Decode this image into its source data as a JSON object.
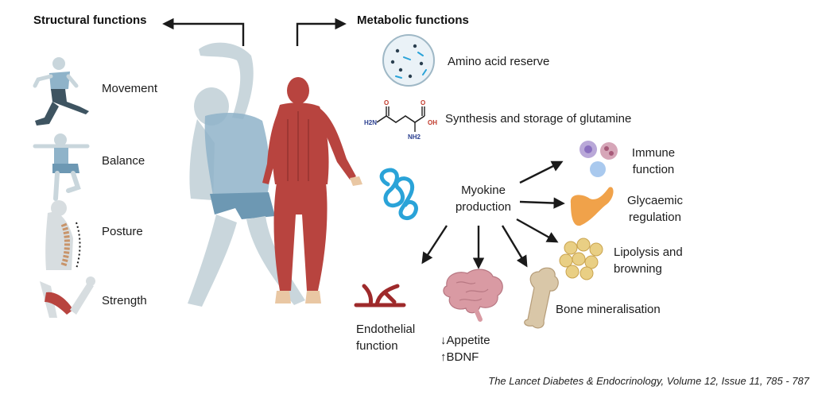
{
  "headings": {
    "structural": "Structural functions",
    "metabolic": "Metabolic functions"
  },
  "structural_items": [
    {
      "label": "Movement",
      "icon": "runner-icon"
    },
    {
      "label": "Balance",
      "icon": "balance-pose-icon"
    },
    {
      "label": "Posture",
      "icon": "spine-icon"
    },
    {
      "label": "Strength",
      "icon": "arm-muscle-icon"
    }
  ],
  "metabolic_items": [
    {
      "label": "Amino acid reserve",
      "icon": "amino-acid-dish-icon"
    },
    {
      "label": "Synthesis and storage of glutamine",
      "icon": "glutamine-molecule-icon"
    }
  ],
  "molecule": {
    "atoms": [
      "H2N",
      "O",
      "OH",
      "NH2"
    ]
  },
  "myokine": {
    "label_line1": "Myokine",
    "label_line2": "production"
  },
  "myokine_targets": [
    {
      "line1": "Immune",
      "line2": "function",
      "icon": "immune-cells-icon"
    },
    {
      "line1": "Glycaemic",
      "line2": "regulation",
      "icon": "pancreas-icon"
    },
    {
      "line1": "Lipolysis and",
      "line2": "browning",
      "icon": "fat-cells-icon"
    },
    {
      "line1": "Bone mineralisation",
      "line2": "",
      "icon": "bone-icon"
    },
    {
      "line1": "↓Appetite",
      "line2": "↑BDNF",
      "icon": "brain-icon"
    },
    {
      "line1": "Endothelial",
      "line2": "function",
      "icon": "blood-vessel-icon"
    }
  ],
  "citation": "The Lancet Diabetes & Endocrinology, Volume 12, Issue 11, 785 - 787",
  "colors": {
    "muscle": "#b8443f",
    "skin": "#c9d6dc",
    "clothing": "#8fb3c9",
    "myokine_blue": "#2aa3d8",
    "vessel": "#9e2a2b",
    "brain": "#d99aa3",
    "bone": "#d9c7a8",
    "pancreas": "#f0a24a",
    "fat": "#e9cf84",
    "arrow": "#1a1a1a"
  }
}
